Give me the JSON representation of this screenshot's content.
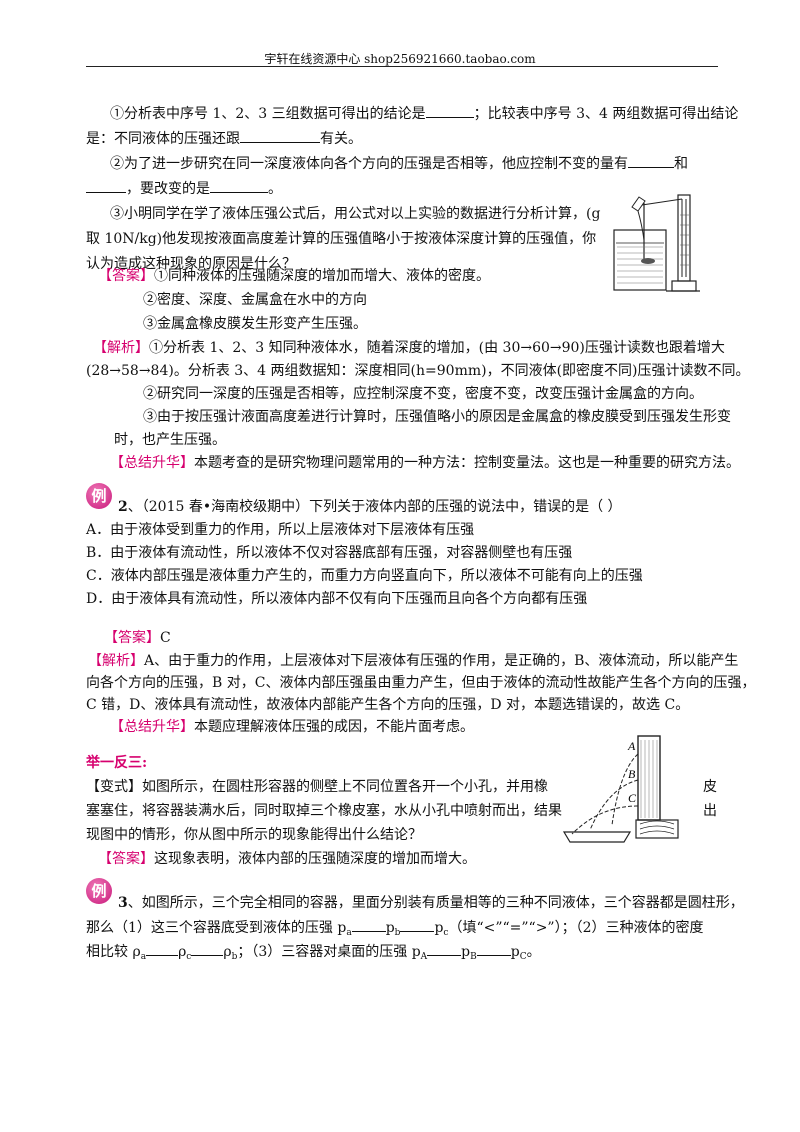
{
  "header": {
    "text": "宇轩在线资源中心   shop256921660.taobao.com"
  },
  "q1": {
    "l1a": "①分析表中序号 1、2、3 三组数据可得出的结论是",
    "l1b": "；比较表中序号 3、4 两组数据可得出结论",
    "l2a": "是：不同液体的压强还跟",
    "l2b": "有关。",
    "l3a": "②为了进一步研究在同一深度液体向各个方向的压强是否相等，他应控制不变的量有",
    "l3b": "和",
    "l4a": "，要改变的是",
    "l4b": "。",
    "l5": "③小明同学在学了液体压强公式后，用公式对以上实验的数据进行分析计算，(g",
    "l6": "取 10N/kg)他发现按液面高度差计算的压强值略小于按液体深度计算的压强值，你",
    "l7": "认为造成这种现象的原因是什么？",
    "ans_tag": "【答案】",
    "ans1": "①同种液体的压强随深度的增加而增大、液体的密度。",
    "ans2": "②密度、深度、金属盒在水中的方向",
    "ans3": "③金属盒橡皮膜发生形变产生压强。",
    "ana_tag": "【解析】",
    "ana1": "①分析表 1、2、3 知同种液体水，随着深度的增加，(由 30→60→90)压强计读数也跟着增大",
    "ana2": "(28→58→84)。分析表 3、4 两组数据知：深度相同(h=90mm)，不同液体(即密度不同)压强计读数不同。",
    "ana3": "②研究同一深度的压强是否相等，应控制深度不变，密度不变，改变压强计金属盒的方向。",
    "ana4": "③由于按压强计液面高度差进行计算时，压强值略小的原因是金属盒的橡皮膜受到压强发生形变",
    "ana5": "时，也产生压强。",
    "sum_tag": "【总结升华】",
    "sum": "本题考查的是研究物理问题常用的一种方法：控制变量法。这也是一种重要的研究方法。"
  },
  "q2": {
    "badge": "例",
    "num": "2",
    "stem": "、（2015 春•海南校级期中）下列关于液体内部的压强的说法中，错误的是（      ）",
    "optA": "A．由于液体受到重力的作用，所以上层液体对下层液体有压强",
    "optB": "B．由于液体有流动性，所以液体不仅对容器底部有压强，对容器侧壁也有压强",
    "optC": "C．液体内部压强是液体重力产生的，而重力方向竖直向下，所以液体不可能有向上的压强",
    "optD": "D．由于液体具有流动性，所以液体内部不仅有向下压强而且向各个方向都有压强",
    "ans_tag": "【答案】",
    "ans": "C",
    "ana_tag": "【解析】",
    "ana1": "A、由于重力的作用，上层液体对下层液体有压强的作用，是正确的，B、液体流动，所以能产生",
    "ana2": "向各个方向的压强，B 对，C、液体内部压强虽由重力产生，但由于液体的流动性故能产生各个方向的压强，",
    "ana3": "C 错，D、液体具有流动性，故液体内部能产生各个方向的压强，D 对，本题选错误的，故选 C。",
    "sum_tag": "【总结升华】",
    "sum": "本题应理解液体压强的成因，不能片面考虑。"
  },
  "variant": {
    "heading": "举一反三:",
    "tag": "【变式】",
    "l1": "如图所示，在圆柱形容器的侧壁上不同位置各开一个小孔，并用橡",
    "l1r": "皮",
    "l2": "塞塞住，将容器装满水后，同时取掉三个橡皮塞，水从小孔中喷射而出，结果",
    "l2r": "出",
    "l3": "现图中的情形，你从图中所示的现象能得出什么结论？",
    "ans_tag": "【答案】",
    "ans": "这现象表明，液体内部的压强随深度的增加而增大。",
    "fig_labels": [
      "A",
      "B",
      "C"
    ]
  },
  "q3": {
    "badge": "例",
    "num": "3",
    "l1": "、如图所示，三个完全相同的容器，里面分别装有质量相等的三种不同液体，三个容器都是圆柱形，",
    "l2a": "那么（1）这三个容器底受到液体的压强 p",
    "s_a": "a",
    "s_b": "b",
    "s_c": "c",
    "l2b": "（填“<”“=”“>”）；（2）三种液体的密度",
    "l3a": "相比较 ρ",
    "l3b": "；（3）三容器对桌面的压强 p",
    "s_A": "A",
    "s_B": "B",
    "s_C": "C",
    "l3c": "p",
    "l3end": "。"
  }
}
